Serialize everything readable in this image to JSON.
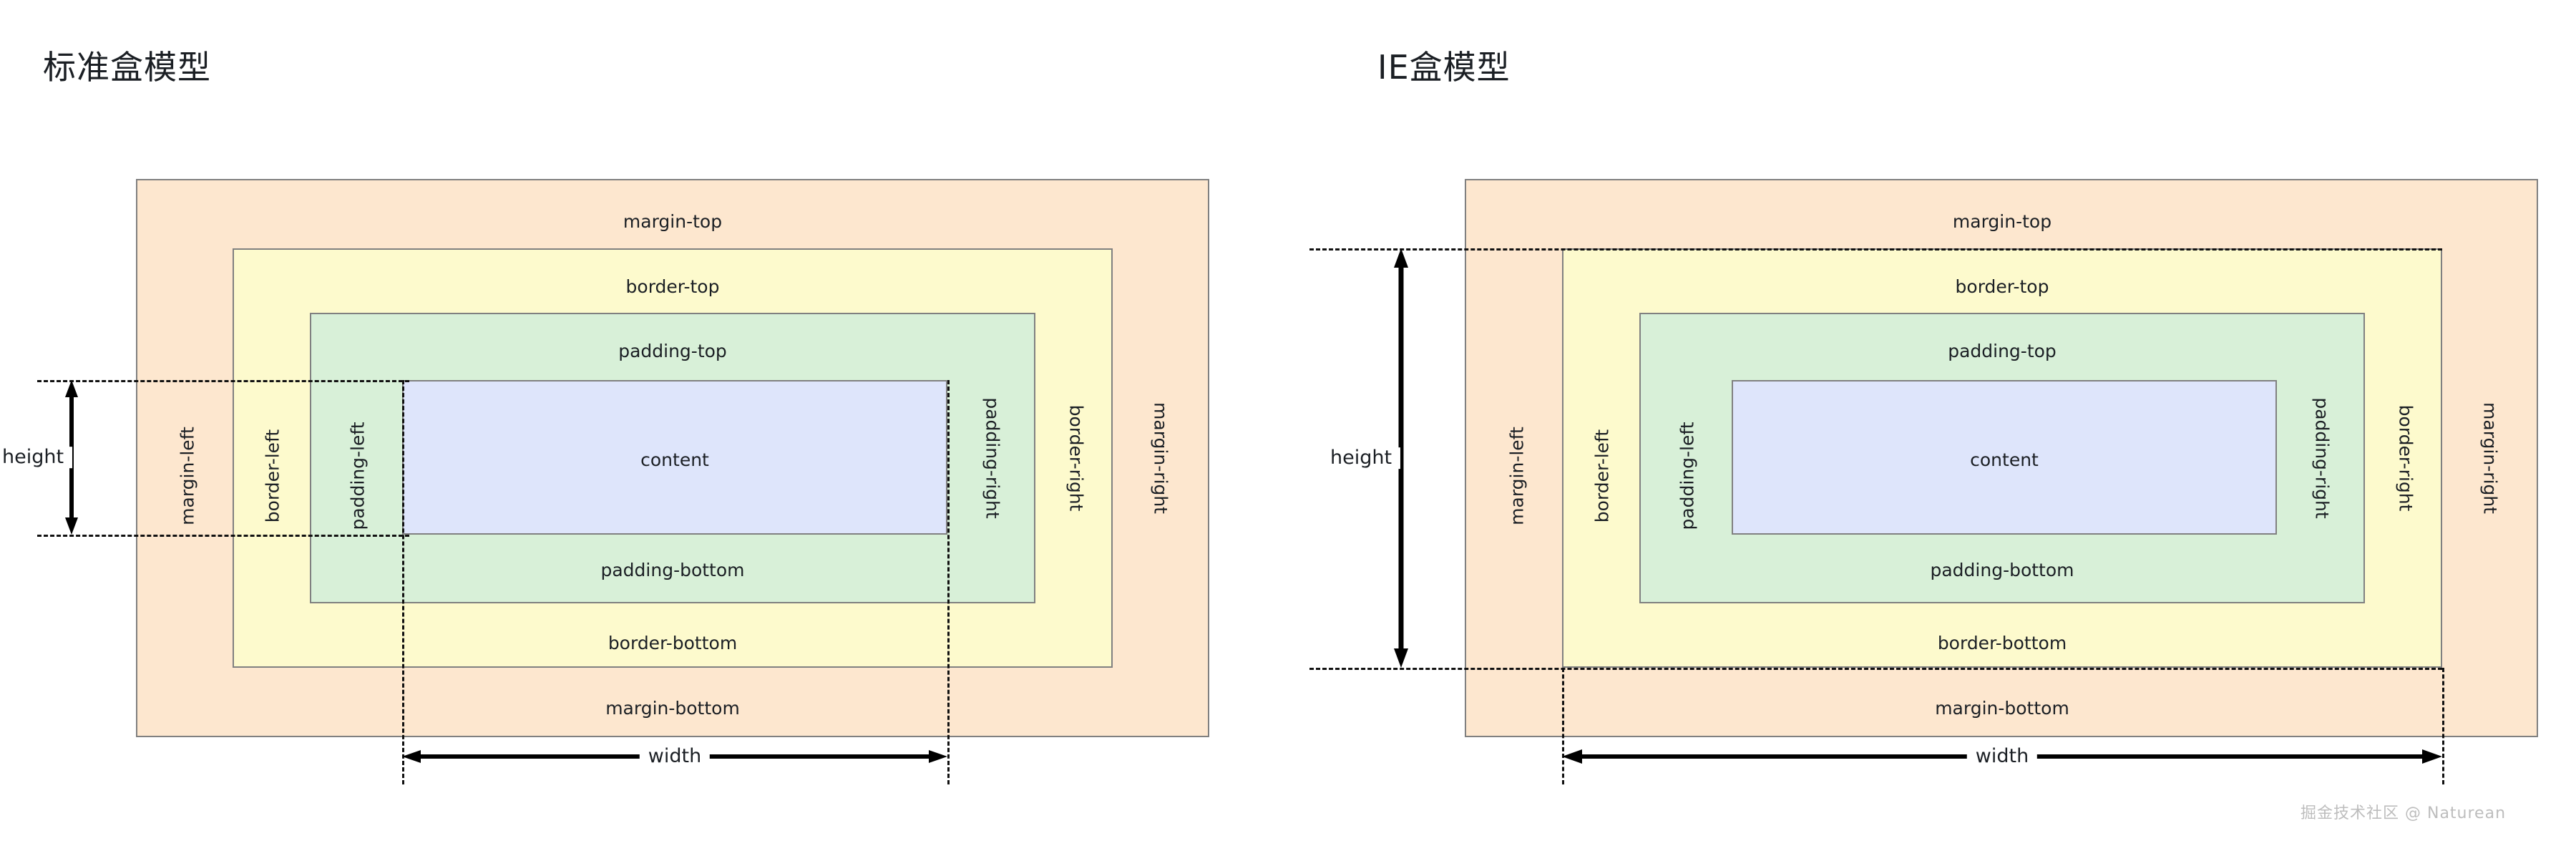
{
  "page": {
    "background": "#ffffff",
    "watermark": "掘金技术社区 @ Naturean"
  },
  "colors": {
    "margin": "#fde7cf",
    "border": "#fdfacd",
    "padding": "#d8f0d8",
    "content": "#dee5fb",
    "stroke": "#808080",
    "guide": "#111111",
    "text": "#1b1f24"
  },
  "diagrams": [
    {
      "id": "standard-box-model",
      "title": "标准盒模型",
      "labels": {
        "margin_top": "margin-top",
        "margin_bottom": "margin-bottom",
        "margin_left": "margin-left",
        "margin_right": "margin-right",
        "border_top": "border-top",
        "border_bottom": "border-bottom",
        "border_left": "border-left",
        "border_right": "border-right",
        "padding_top": "padding-top",
        "padding_bottom": "padding-bottom",
        "padding_left": "padding-left",
        "padding_right": "padding-right",
        "content": "content"
      },
      "dimensions": {
        "width": "width",
        "height": "height",
        "width_spans": "content",
        "height_spans": "content"
      }
    },
    {
      "id": "ie-box-model",
      "title": "IE盒模型",
      "labels": {
        "margin_top": "margin-top",
        "margin_bottom": "margin-bottom",
        "margin_left": "margin-left",
        "margin_right": "margin-right",
        "border_top": "border-top",
        "border_bottom": "border-bottom",
        "border_left": "border-left",
        "border_right": "border-right",
        "padding_top": "padding-top",
        "padding_bottom": "padding-bottom",
        "padding_left": "padding-left",
        "padding_right": "padding-right",
        "content": "content"
      },
      "dimensions": {
        "width": "width",
        "height": "height",
        "width_spans": "border-box",
        "height_spans": "border-box"
      }
    }
  ]
}
